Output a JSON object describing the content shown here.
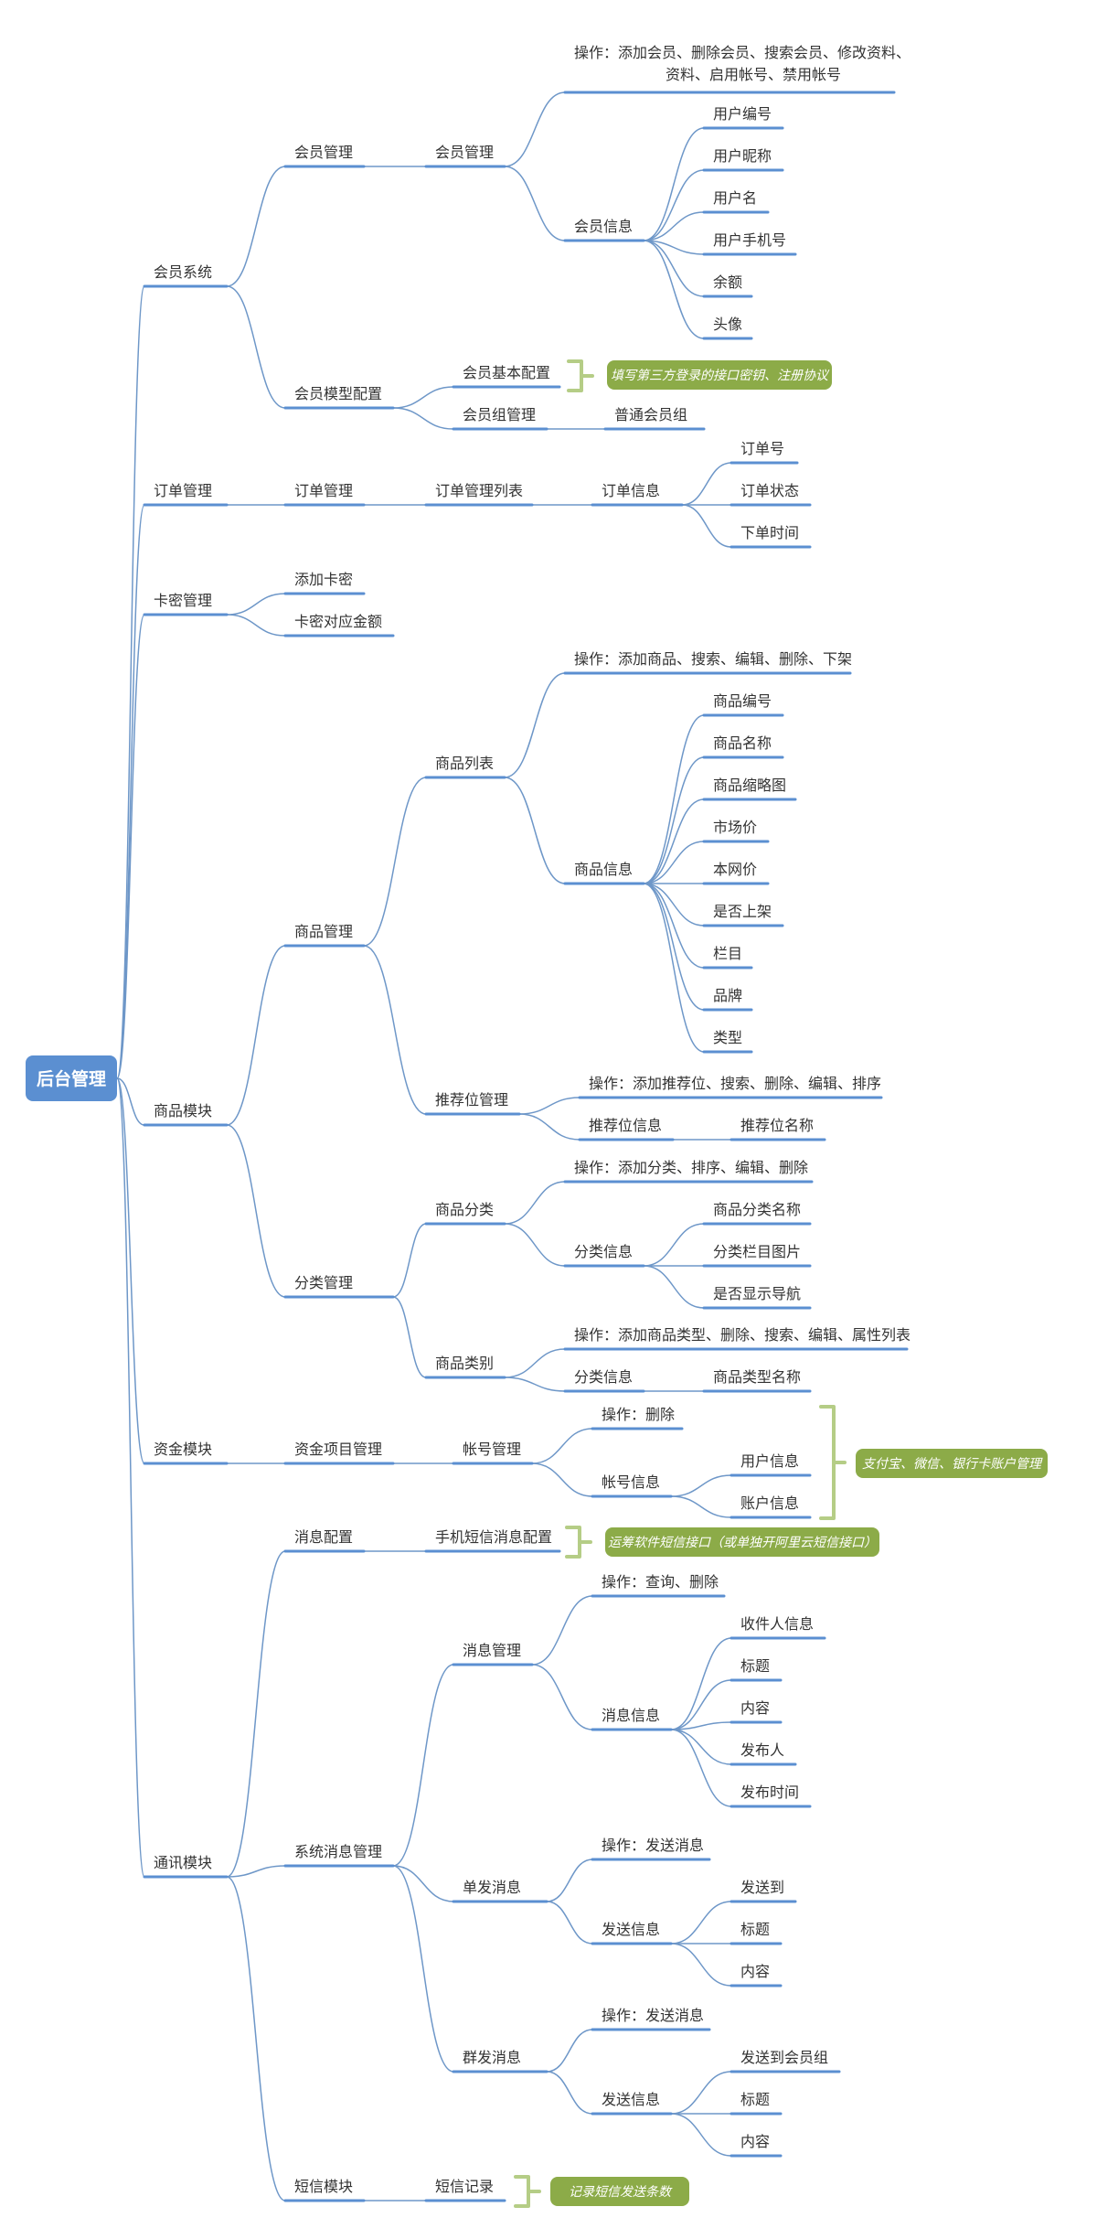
{
  "root": {
    "label": "后台管理"
  },
  "nodes": {
    "hy": "会员系统",
    "hy_gl": "会员管理",
    "hy_gl2": "会员管理",
    "hy_op_l1": "操作：添加会员、删除会员、搜索会员、修改资料、",
    "hy_op_l2": "资料、启用帐号、禁用帐号",
    "hy_info": "会员信息",
    "hy_i1": "用户编号",
    "hy_i2": "用户昵称",
    "hy_i3": "用户名",
    "hy_i4": "用户手机号",
    "hy_i5": "余额",
    "hy_i6": "头像",
    "hy_mx": "会员模型配置",
    "hy_jb": "会员基本配置",
    "hy_zu": "会员组管理",
    "hy_pt": "普通会员组",
    "dd": "订单管理",
    "dd_gl": "订单管理",
    "dd_lb": "订单管理列表",
    "dd_info": "订单信息",
    "dd_i1": "订单号",
    "dd_i2": "订单状态",
    "dd_i3": "下单时间",
    "km": "卡密管理",
    "km_1": "添加卡密",
    "km_2": "卡密对应金额",
    "sp": "商品模块",
    "sp_gl": "商品管理",
    "sp_lb": "商品列表",
    "sp_op": "操作：添加商品、搜索、编辑、删除、下架",
    "sp_info": "商品信息",
    "sp_i1": "商品编号",
    "sp_i2": "商品名称",
    "sp_i3": "商品缩略图",
    "sp_i4": "市场价",
    "sp_i5": "本网价",
    "sp_i6": "是否上架",
    "sp_i7": "栏目",
    "sp_i8": "品牌",
    "sp_i9": "类型",
    "tj": "推荐位管理",
    "tj_op": "操作：添加推荐位、搜索、删除、编辑、排序",
    "tj_info": "推荐位信息",
    "tj_name": "推荐位名称",
    "fl": "分类管理",
    "fl_spfl": "商品分类",
    "fl_op": "操作：添加分类、排序、编辑、删除",
    "fl_info": "分类信息",
    "fl_i1": "商品分类名称",
    "fl_i2": "分类栏目图片",
    "fl_i3": "是否显示导航",
    "fl_splb": "商品类别",
    "fl_op2": "操作：添加商品类型、删除、搜索、编辑、属性列表",
    "fl_info2": "分类信息",
    "fl_i4": "商品类型名称",
    "zj": "资金模块",
    "zj_xm": "资金项目管理",
    "zj_zh": "帐号管理",
    "zj_op": "操作：删除",
    "zj_info": "帐号信息",
    "zj_i1": "用户信息",
    "zj_i2": "账户信息",
    "tx": "通讯模块",
    "tx_xx": "消息配置",
    "tx_sj": "手机短信消息配置",
    "tx_xt": "系统消息管理",
    "tx_xg": "消息管理",
    "tx_xg_op": "操作：查询、删除",
    "tx_xg_info": "消息信息",
    "tx_xg_i1": "收件人信息",
    "tx_xg_i2": "标题",
    "tx_xg_i3": "内容",
    "tx_xg_i4": "发布人",
    "tx_xg_i5": "发布时间",
    "tx_df": "单发消息",
    "tx_df_op": "操作：发送消息",
    "tx_df_info": "发送信息",
    "tx_df_i1": "发送到",
    "tx_df_i2": "标题",
    "tx_df_i3": "内容",
    "tx_qf": "群发消息",
    "tx_qf_op": "操作：发送消息",
    "tx_qf_info": "发送信息",
    "tx_qf_i1": "发送到会员组",
    "tx_qf_i2": "标题",
    "tx_qf_i3": "内容",
    "tx_dx": "短信模块",
    "tx_dx_jl": "短信记录"
  },
  "notes": {
    "n1": "填写第三方登录的接口密钥、注册协议",
    "n2": "支付宝、微信、银行卡账户管理",
    "n3": "运筹软件短信接口（或单独开阿里云短信接口）",
    "n4": "记录短信发送条数"
  },
  "colors": {
    "root_fill": "#5b8fd1",
    "underline": "#5b8fd1",
    "connector": "#6e97c8",
    "note_fill": "#8cab48",
    "bracket": "#b5cd86"
  }
}
